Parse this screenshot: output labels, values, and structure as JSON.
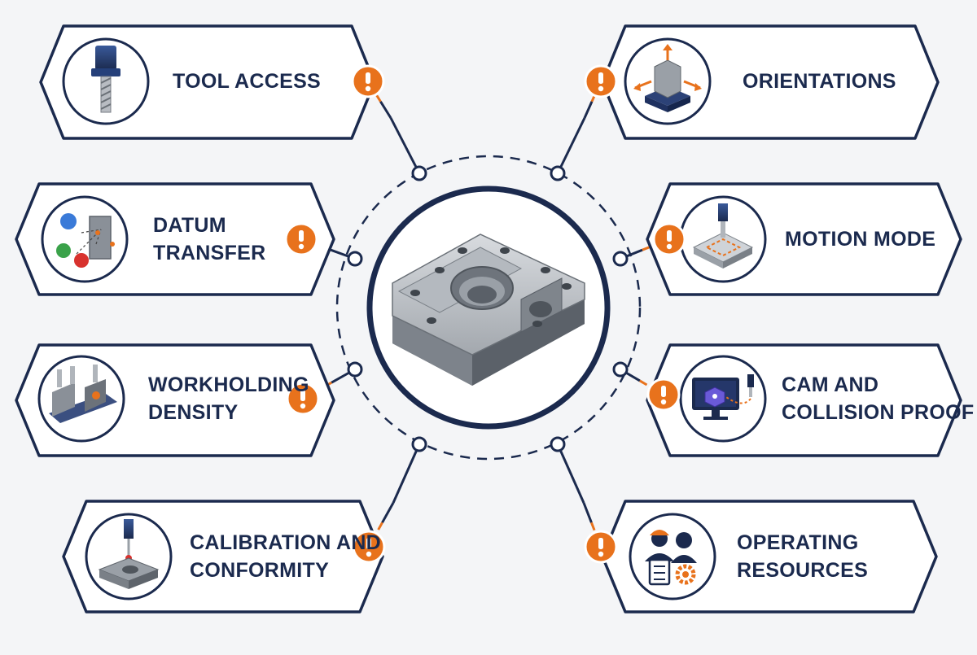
{
  "diagram": {
    "colors": {
      "navy": "#1b2a4e",
      "orange": "#e8721c",
      "background": "#f4f5f7",
      "card": "#ffffff",
      "steel": "#8e949c"
    },
    "center": {
      "label": "machined-part",
      "icon": "machined-part-icon"
    },
    "nodes": [
      {
        "id": "tool-access",
        "lines": [
          "TOOL ACCESS"
        ],
        "icon": "end-mill-icon",
        "side": "left",
        "alert": true
      },
      {
        "id": "datum-transfer",
        "lines": [
          "DATUM",
          "TRANSFER"
        ],
        "icon": "datum-points-icon",
        "side": "left",
        "alert": true
      },
      {
        "id": "workholding-density",
        "lines": [
          "WORKHOLDING",
          "DENSITY"
        ],
        "icon": "vise-fixture-icon",
        "side": "left",
        "alert": true
      },
      {
        "id": "calibration-conformity",
        "lines": [
          "CALIBRATION AND",
          "CONFORMITY"
        ],
        "icon": "probe-icon",
        "side": "left",
        "alert": true
      },
      {
        "id": "orientations",
        "lines": [
          "ORIENTATIONS"
        ],
        "icon": "orientation-arrows-icon",
        "side": "right",
        "alert": true
      },
      {
        "id": "motion-mode",
        "lines": [
          "MOTION MODE"
        ],
        "icon": "toolpath-icon",
        "side": "right",
        "alert": true
      },
      {
        "id": "cam-collision",
        "lines": [
          "CAM AND",
          "COLLISION PROOF"
        ],
        "icon": "cam-monitor-icon",
        "side": "right",
        "alert": true
      },
      {
        "id": "operating-resources",
        "lines": [
          "OPERATING",
          "RESOURCES"
        ],
        "icon": "operators-icon",
        "side": "right",
        "alert": true
      }
    ]
  }
}
